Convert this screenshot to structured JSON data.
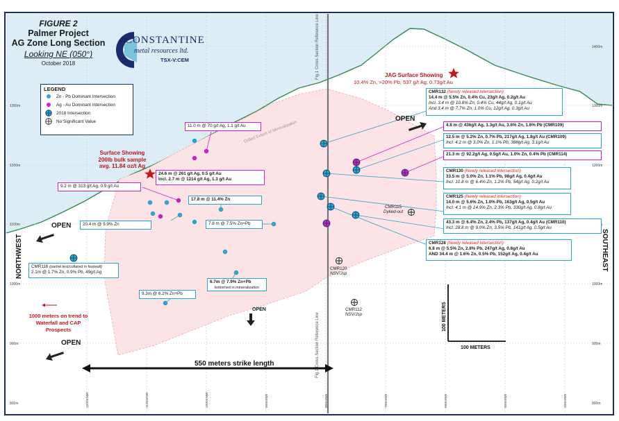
{
  "figure": {
    "number": "FIGURE 2",
    "project": "Palmer Project",
    "zone": "AG Zone Long Section",
    "looking": "Looking NE (050°)",
    "date": "October 2018"
  },
  "logo": {
    "name": "CONSTANTINE",
    "sub": "metal resources ltd.",
    "ticker": "TSX-V:CEM"
  },
  "colors": {
    "water": "#dcedf6",
    "mineralization": "#fbe3e6",
    "topography": "#2f8a4e",
    "zn_pb": "#29a8d6",
    "ag_au": "#d11ec8",
    "red_text": "#c0161d",
    "frame": "#1a2a6c"
  },
  "legend": {
    "title": "LEGEND",
    "items": [
      {
        "icon": "cyan-dot-icon",
        "label": "Zn - Pb Dominant Intersection"
      },
      {
        "icon": "magenta-dot-icon",
        "label": "Ag - Au Dominant Intersection"
      },
      {
        "icon": "drillhole-2018-icon",
        "label": "2018 Intersection"
      },
      {
        "icon": "no-value-icon",
        "label": "No Significant Value"
      }
    ]
  },
  "side_labels": {
    "left": "NORTHWEST",
    "right": "SOUTHEAST"
  },
  "elevations_left": [
    "1300m",
    "1200m",
    "1100m",
    "1000m",
    "900m",
    "800m"
  ],
  "elevations_right": [
    "1400m",
    "1300m",
    "1200m",
    "1100m",
    "1000m",
    "900m",
    "800m"
  ],
  "eastings": [
    "1200mNW",
    "1100mNW",
    "1000mNW",
    "900mNW",
    "800mNW",
    "700mNW",
    "600mNW",
    "500mNW",
    "400mNW"
  ],
  "reference_line": "Fig.1 Cross Section Reference Line",
  "drilled_extent": "Drilled Extent of Mineralization",
  "jag": {
    "title": "JAG Surface Showing",
    "values": "10.4% Zn, >20% Pb, 537 g/t Ag, 0.73g/t Au"
  },
  "surface_showing": {
    "title": "Surface Showing",
    "line2": "200lb bulk sample",
    "line3": "avg. 11.84 oz/t Ag"
  },
  "open_labels": [
    "OPEN",
    "OPEN",
    "OPEN",
    "OPEN"
  ],
  "strike": "550 meters strike length",
  "trend": {
    "line1": "1000 meters on trend to",
    "line2": "Waterfall and CAP",
    "line3": "Prospects"
  },
  "scale": {
    "vertical": "100 METERS",
    "horizontal": "100 METERS"
  },
  "boxes": {
    "cmr132": {
      "name": "CMR132",
      "note": "(Newly released intersection)",
      "l1": "14.4 m @ 5.5% Zn, 0.4% Cu, 23g/t Ag, 0.2g/t Au",
      "l2": "Incl. 3.4 m @ 10.8% Zn, 0.4% Cu, 44g/t Ag, 0.1g/t Au",
      "l3": "And 3.4 m @ 7.7% Zn, 1.0% Cu, 12g/t Ag, 0.3g/t Au"
    },
    "cmr109a": {
      "text": "4.8 m @ 436g/t Ag, 1.3g/t Au, 3.6% Zn, 1.6% Pb (CMR109)"
    },
    "cmr109b": {
      "l1": "12.5 m @ 5.2% Zn, 0.7% Pb, 217g/t Ag, 1.8g/t Au (CMR109)",
      "l2": "Incl. 4.2 m @ 3.0% Zn, 1.1% Pb, 388g/t Ag, 3.1g/t Au"
    },
    "cmr114": {
      "text": "21.3 m @ 92.2g/t Ag, 0.5g/t Au, 1.0% Zn, 0.4% Pb (CMR114)"
    },
    "cmr130": {
      "name": "CMR130",
      "note": "(Newly released intersection)",
      "l1": "33.5 m @ 5.0% Zn, 1.1% Pb, 98g/t Ag, 0.4g/t Au",
      "l2": "Incl. 10.8 m @ 6.4% Zn, 1.2% Pb, 54g/t Ag, 0.2g/t Au"
    },
    "cmr125": {
      "name": "CMR125",
      "note": "(Newly released intersection)",
      "l1": "14.0 m @ 5.6% Zn, 1.0% Pb, 163g/t Ag, 0.5g/t Au",
      "l2": "Incl. 4.1 m @ 14.9% Zn, 2.3% Pb, 330g/t Ag, 0.8g/t Au"
    },
    "cmr110": {
      "l1": "43.3 m @ 6.4% Zn, 2.4% Pb, 137g/t Ag, 0.4g/t Au (CMR110)",
      "l2": "Incl. 28.8 m @ 9.0% Zn, 3.5% Pb, 141g/t Ag, 0.5g/t Au"
    },
    "cmr128": {
      "name": "CMR128",
      "note": "(Newly released intersection)",
      "l1": "6.8 m @ 5.5% Zn, 2.8% Pb, 247g/t Ag, 0.8g/t Au",
      "l2": "AND 34.4 m @ 1.6% Zn, 0.5% Pb, 152g/t Ag, 0.4g/t Au"
    },
    "b11": {
      "text": "11.0 m @ 70 g/t Ag, 1.1 g/t Au"
    },
    "b246": {
      "l1": "24.6 m @ 261 g/t Ag, 0.5 g/t Au",
      "l2": "Incl. 2.7 m @ 1214 g/t Ag, 1.3 g/t Au"
    },
    "b92": {
      "text": "9.2 m @ 313 g/t Ag, 0.9 g/t Au"
    },
    "b178": {
      "text": "17.8 m @ 11.4% Zn"
    },
    "b204": {
      "text": "20.4 m @ 9.9% Zn"
    },
    "b78": {
      "text": "7.8 m @ 7.5% Zn+Pb"
    },
    "b67": {
      "l1": "6.7m @ 7.9% Zn+Pb",
      "l2": "bottomed in mineralization"
    },
    "b93": {
      "text": "9.3m @ 6.2% Zn+Pb"
    },
    "cmr116": {
      "name": "CMR116",
      "note": "(partial test/collared in footwall)",
      "l1": "2.1m @ 1.7% Zn, 0.9% Pb, 49g/t Ag"
    }
  },
  "hole_labels": {
    "cmr115": {
      "l1": "CMR115",
      "l2": "Dyked-out"
    },
    "cmr120": {
      "l1": "CMR120",
      "l2": "NSV/Jsp"
    },
    "cmr112": {
      "l1": "CMR112",
      "l2": "NSV/Jsp"
    }
  }
}
